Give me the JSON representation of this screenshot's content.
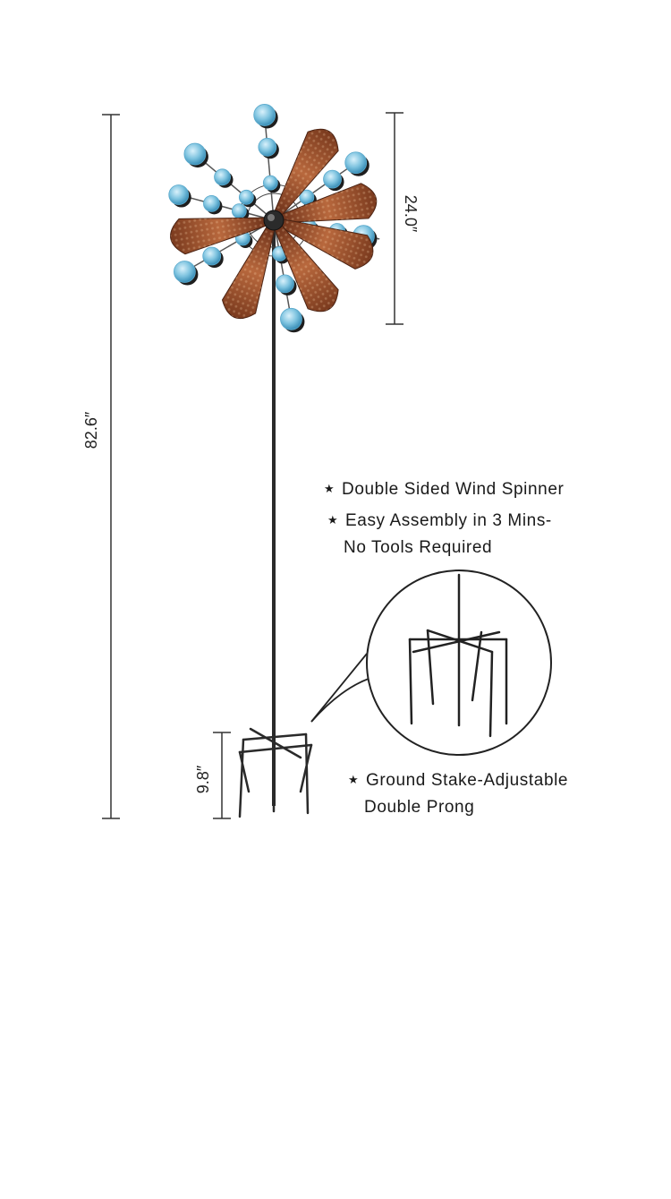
{
  "dimensions": {
    "total_height": "82.6″",
    "spinner_diameter": "24.0″",
    "stake_height": "9.8″"
  },
  "features": [
    {
      "bullet": "★",
      "line1": "Double Sided Wind Spinner",
      "line2": ""
    },
    {
      "bullet": "★",
      "line1": "Easy Assembly in 3 Mins-",
      "line2": "No Tools Required"
    },
    {
      "bullet": "★",
      "line1": "Ground Stake-Adjustable",
      "line2": "Double Prong"
    }
  ],
  "colors": {
    "blade": "#8a4526",
    "blade_highlight": "#b8683d",
    "ball": "#7fc4e0",
    "ball_dark": "#3a8fb8",
    "metal": "#2a2a2a",
    "dimension_line": "#333333"
  },
  "icons": {
    "bullet": "star-icon",
    "product": "wind-spinner-illustration",
    "detail": "ground-stake-detail-callout"
  }
}
